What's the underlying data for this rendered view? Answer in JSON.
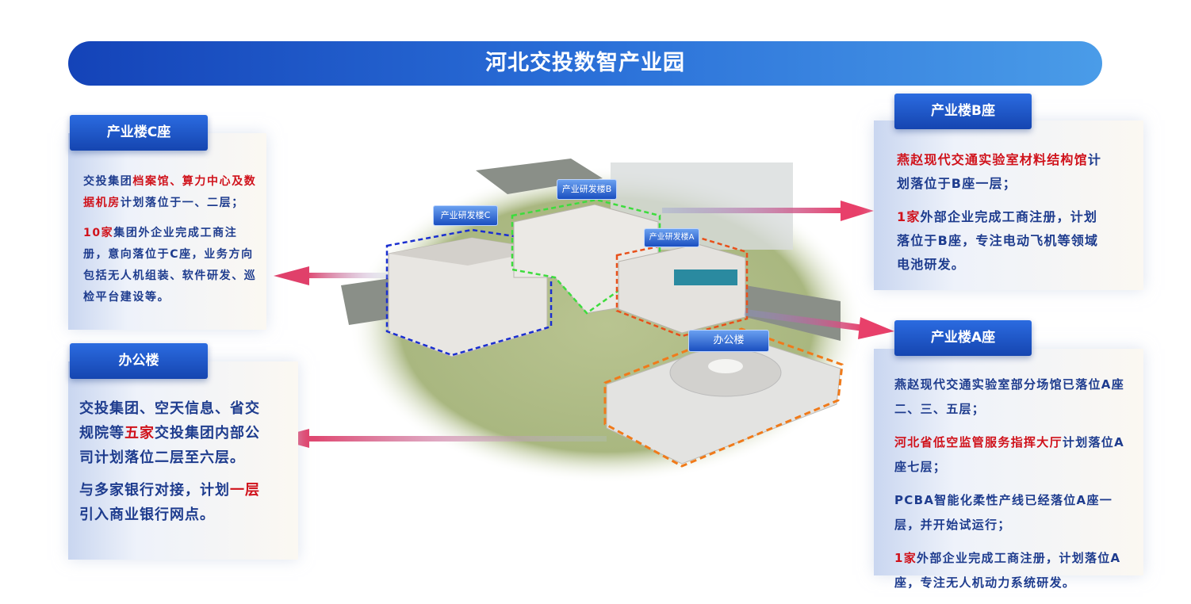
{
  "title": "河北交投数智产业园",
  "panels": {
    "c": {
      "label": "产业楼C座",
      "paragraphs": [
        [
          {
            "t": "交投集团"
          },
          {
            "t": "档案馆、算力中心及数据机房",
            "hl": true
          },
          {
            "t": "计划落位于一、二层；"
          }
        ],
        [
          {
            "t": "10家",
            "hl": true
          },
          {
            "t": "集团外企业完成工商注册，意向落位于C座，业务方向包括无人机组装、软件研发、巡检平台建设等。"
          }
        ]
      ]
    },
    "office": {
      "label": "办公楼",
      "paragraphs": [
        [
          {
            "t": "交投集团、空天信息、省交规院等"
          },
          {
            "t": "五家",
            "hl": true
          },
          {
            "t": "交投集团内部公司计划落位二层至六层。"
          }
        ],
        [
          {
            "t": "与多家银行对接，计划"
          },
          {
            "t": "一层",
            "hl": true
          },
          {
            "t": "引入商业银行网点。"
          }
        ]
      ]
    },
    "b": {
      "label": "产业楼B座",
      "paragraphs": [
        [
          {
            "t": "燕赵现代交通实验室材料结构馆",
            "hl": true
          },
          {
            "t": "计划落位于B座一层；"
          }
        ],
        [
          {
            "t": "1家",
            "hl": true
          },
          {
            "t": "外部企业完成工商注册，计划落位于B座，专注电动飞机等领域电池研发。"
          }
        ]
      ]
    },
    "a": {
      "label": "产业楼A座",
      "paragraphs": [
        [
          {
            "t": "燕赵现代交通实验室部分场馆已落位A座二、三、五层；"
          }
        ],
        [
          {
            "t": "河北省低空监管服务指挥大厅",
            "hl": true
          },
          {
            "t": "计划落位A座七层；"
          }
        ],
        [
          {
            "t": "PCBA智能化柔性产线已经落位A座一层，并开始试运行；"
          }
        ],
        [
          {
            "t": "1家",
            "hl": true
          },
          {
            "t": "外部企业完成工商注册，计划落位A座，专注无人机动力系统研发。"
          }
        ]
      ]
    }
  },
  "map_tags": {
    "c": "产业研发楼C",
    "b": "产业研发楼B",
    "a": "产业研发楼A",
    "office": "办公楼"
  },
  "colors": {
    "text": "#1e3c8e",
    "highlight": "#d0121b",
    "c_outline": "#1a2fd0",
    "b_outline": "#3ddc3d",
    "a_outline": "#e8501a",
    "office_outline": "#f07a1a"
  }
}
